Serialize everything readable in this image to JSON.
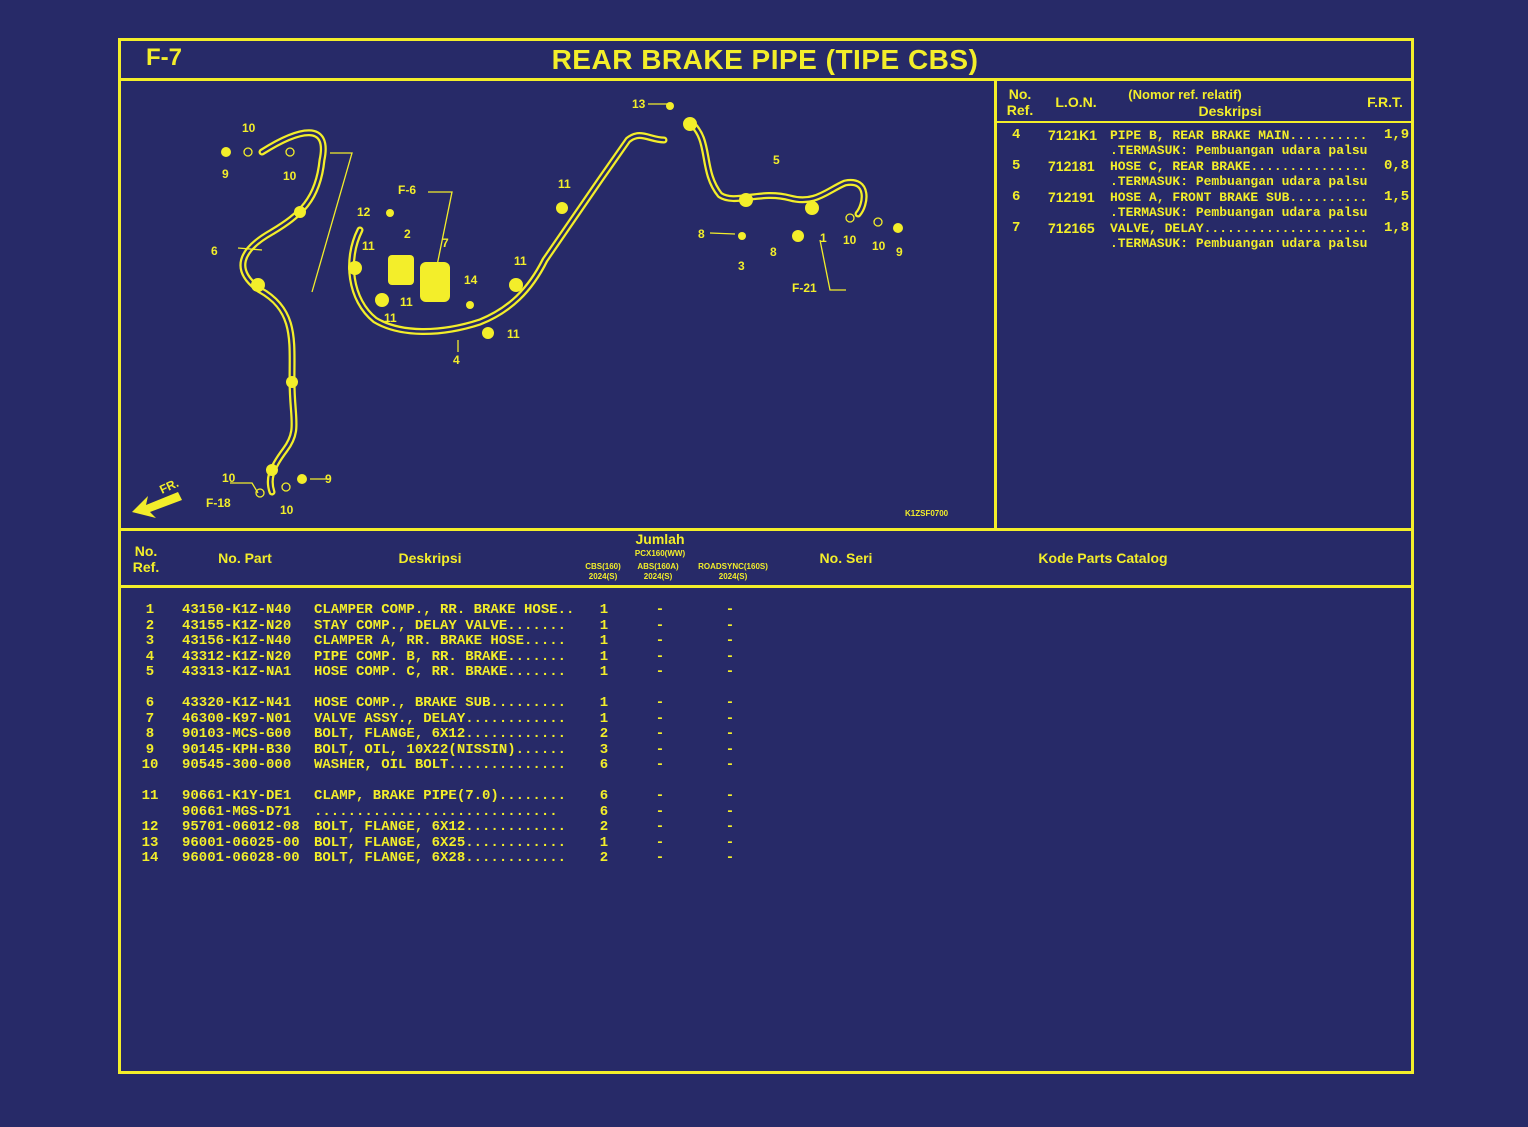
{
  "header": {
    "code": "F-7",
    "title": "REAR BRAKE PIPE (TIPE CBS)"
  },
  "diagram": {
    "image_code": "K1ZSF0700",
    "callouts": [
      "1",
      "2",
      "3",
      "4",
      "5",
      "6",
      "7",
      "8",
      "9",
      "10",
      "11",
      "12",
      "13",
      "14"
    ],
    "refs": [
      "F-6",
      "F-18",
      "F-21"
    ],
    "front_label": "FR."
  },
  "frt_table": {
    "headers": {
      "no_ref": "No.\nRef.",
      "lon": "L.O.N.",
      "desc_top": "(Nomor ref. relatif)",
      "desc": "Deskripsi",
      "frt": "F.R.T."
    },
    "rows": [
      {
        "ref": "4",
        "lon": "7121K1",
        "desc": "PIPE B, REAR BRAKE MAIN..........",
        "frt": "1,9",
        "note": ".TERMASUK: Pembuangan udara palsu"
      },
      {
        "ref": "5",
        "lon": "712181",
        "desc": "HOSE C, REAR BRAKE...............",
        "frt": "0,8",
        "note": ".TERMASUK: Pembuangan udara palsu"
      },
      {
        "ref": "6",
        "lon": "712191",
        "desc": "HOSE A, FRONT BRAKE SUB..........",
        "frt": "1,5",
        "note": ".TERMASUK: Pembuangan udara palsu"
      },
      {
        "ref": "7",
        "lon": "712165",
        "desc": "VALVE, DELAY.....................",
        "frt": "1,8",
        "note": ".TERMASUK: Pembuangan udara palsu"
      }
    ]
  },
  "parts_table": {
    "headers": {
      "no_ref": "No.\nRef.",
      "no_part": "No. Part",
      "deskripsi": "Deskripsi",
      "jumlah": "Jumlah",
      "model": "PCX160(WW)",
      "col1": "CBS(160)\n2024(S)",
      "col2": "ABS(160A)\n2024(S)",
      "col3": "ROADSYNC(160S)\n2024(S)",
      "no_seri": "No. Seri",
      "kode": "Kode Parts Catalog"
    },
    "groups": [
      [
        {
          "ref": "1",
          "part": "43150-K1Z-N40",
          "desc": "CLAMPER COMP., RR. BRAKE HOSE..",
          "q1": "1",
          "q2": "-",
          "q3": "-"
        },
        {
          "ref": "2",
          "part": "43155-K1Z-N20",
          "desc": "STAY COMP., DELAY VALVE.......",
          "q1": "1",
          "q2": "-",
          "q3": "-"
        },
        {
          "ref": "3",
          "part": "43156-K1Z-N40",
          "desc": "CLAMPER A, RR. BRAKE HOSE.....",
          "q1": "1",
          "q2": "-",
          "q3": "-"
        },
        {
          "ref": "4",
          "part": "43312-K1Z-N20",
          "desc": "PIPE COMP. B, RR. BRAKE.......",
          "q1": "1",
          "q2": "-",
          "q3": "-"
        },
        {
          "ref": "5",
          "part": "43313-K1Z-NA1",
          "desc": "HOSE COMP. C, RR. BRAKE.......",
          "q1": "1",
          "q2": "-",
          "q3": "-"
        }
      ],
      [
        {
          "ref": "6",
          "part": "43320-K1Z-N41",
          "desc": "HOSE COMP., BRAKE SUB.........",
          "q1": "1",
          "q2": "-",
          "q3": "-"
        },
        {
          "ref": "7",
          "part": "46300-K97-N01",
          "desc": "VALVE ASSY., DELAY............",
          "q1": "1",
          "q2": "-",
          "q3": "-"
        },
        {
          "ref": "8",
          "part": "90103-MCS-G00",
          "desc": "BOLT, FLANGE, 6X12............",
          "q1": "2",
          "q2": "-",
          "q3": "-"
        },
        {
          "ref": "9",
          "part": "90145-KPH-B30",
          "desc": "BOLT, OIL, 10X22(NISSIN)......",
          "q1": "3",
          "q2": "-",
          "q3": "-"
        },
        {
          "ref": "10",
          "part": "90545-300-000",
          "desc": "WASHER, OIL BOLT..............",
          "q1": "6",
          "q2": "-",
          "q3": "-"
        }
      ],
      [
        {
          "ref": "11",
          "part": "90661-K1Y-DE1",
          "desc": "CLAMP, BRAKE PIPE(7.0)........",
          "q1": "6",
          "q2": "-",
          "q3": "-"
        },
        {
          "ref": "",
          "part": "90661-MGS-D71",
          "desc": " .............................",
          "q1": "6",
          "q2": "-",
          "q3": "-"
        },
        {
          "ref": "12",
          "part": "95701-06012-08",
          "desc": "BOLT, FLANGE, 6X12............",
          "q1": "2",
          "q2": "-",
          "q3": "-"
        },
        {
          "ref": "13",
          "part": "96001-06025-00",
          "desc": "BOLT, FLANGE, 6X25............",
          "q1": "1",
          "q2": "-",
          "q3": "-"
        },
        {
          "ref": "14",
          "part": "96001-06028-00",
          "desc": "BOLT, FLANGE, 6X28............",
          "q1": "2",
          "q2": "-",
          "q3": "-"
        }
      ]
    ]
  },
  "colors": {
    "background": "#272a68",
    "ink": "#f3ee2a"
  }
}
